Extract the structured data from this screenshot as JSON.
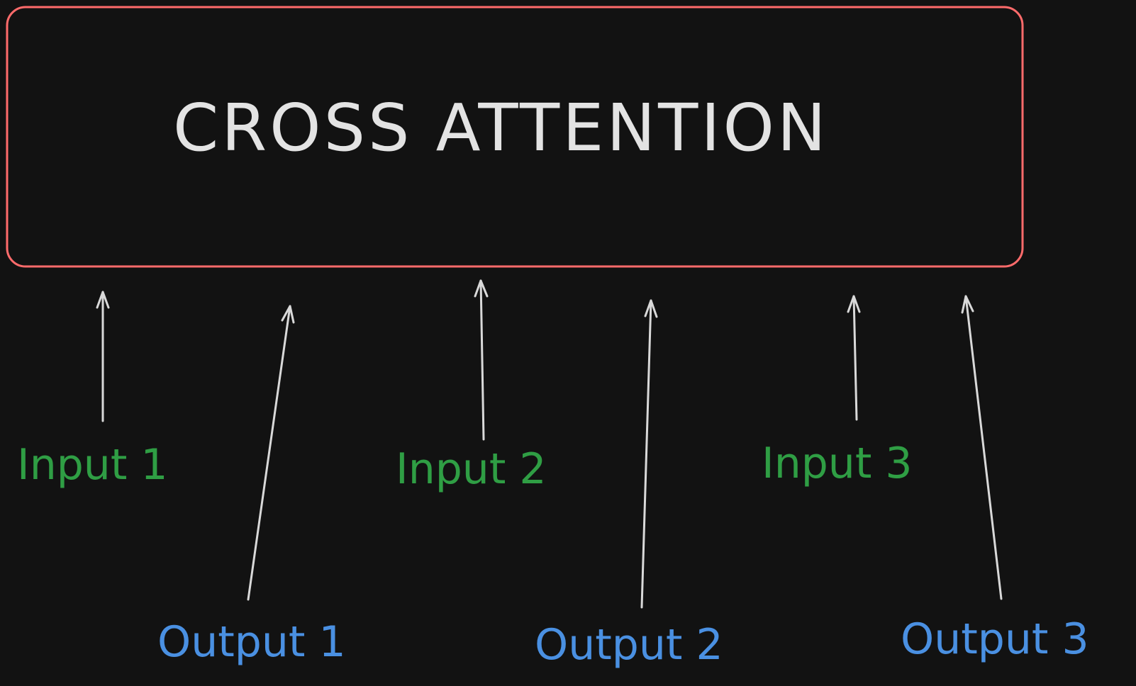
{
  "colors": {
    "background": "#121212",
    "box_border": "#ff6b6b",
    "title_text": "#e3e3e3",
    "input_label": "#2f9e44",
    "output_label": "#4a90e2",
    "arrow": "#d9d9d9"
  },
  "box": {
    "title": "CROSS ATTENTION"
  },
  "inputs": [
    {
      "label": "Input 1"
    },
    {
      "label": "Input 2"
    },
    {
      "label": "Input 3"
    }
  ],
  "outputs": [
    {
      "label": "Output 1"
    },
    {
      "label": "Output 2"
    },
    {
      "label": "Output 3"
    }
  ]
}
